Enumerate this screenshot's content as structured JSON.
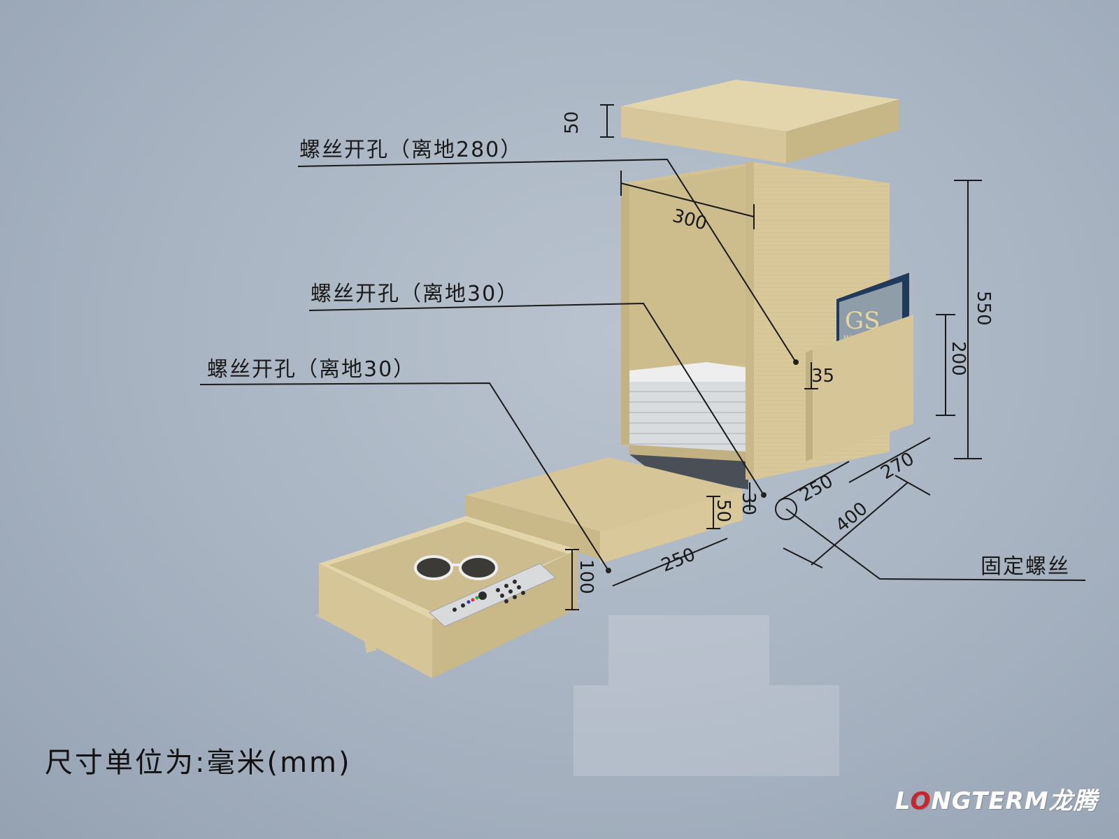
{
  "callouts": {
    "screw_hole_280": "螺丝开孔（离地280）",
    "screw_hole_30_a": "螺丝开孔（离地30）",
    "screw_hole_30_b": "螺丝开孔（离地30）",
    "fixing_screw": "固定螺丝"
  },
  "dimensions": {
    "lid_thickness": "50",
    "cabinet_width": "300",
    "total_height": "550",
    "pocket_height": "200",
    "pocket_offset": "35",
    "screw_height": "30",
    "plinth_height": "50",
    "drawer_height": "100",
    "drawer_width": "250",
    "base_depth_250": "250",
    "base_depth_270": "270",
    "base_width_400": "400"
  },
  "magazine": {
    "title": "GS",
    "subtitle": "MAGAZINE"
  },
  "footer": {
    "unit_note": "尺寸单位为:毫米(mm)"
  },
  "logo": {
    "text_red": "L",
    "text_main": "NGTERM龙腾",
    "o_glyph": "O"
  },
  "colors": {
    "board": "#d8c89a",
    "board_dark": "#c7b686",
    "board_light": "#e3d6ad",
    "line": "#1a1a1a"
  }
}
